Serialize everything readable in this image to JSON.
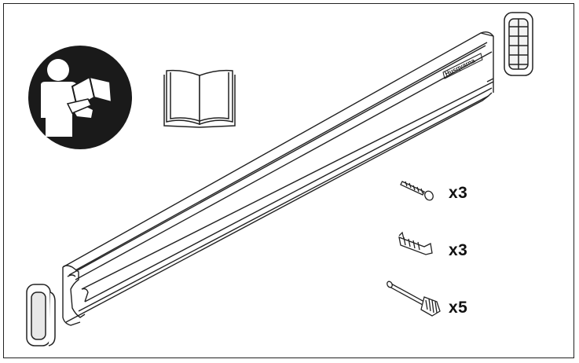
{
  "parts": {
    "screws": {
      "quantity": "x3",
      "icon": "screw-icon"
    },
    "wall_plugs": {
      "quantity": "x3",
      "icon": "wall-plug-icon"
    },
    "knob_pins": {
      "quantity": "x5",
      "icon": "knob-pin-icon"
    }
  },
  "rail": {
    "brand_mark": "Husqvarna"
  },
  "icons": {
    "read_manual_pictogram": "read-manual-icon",
    "manual_book": "open-book-icon",
    "end_cap_left": "end-cap-icon",
    "end_cap_right": "end-cap-icon"
  },
  "colors": {
    "line": "#222222",
    "background": "#ffffff",
    "pictogram": "#1a1a1a"
  }
}
